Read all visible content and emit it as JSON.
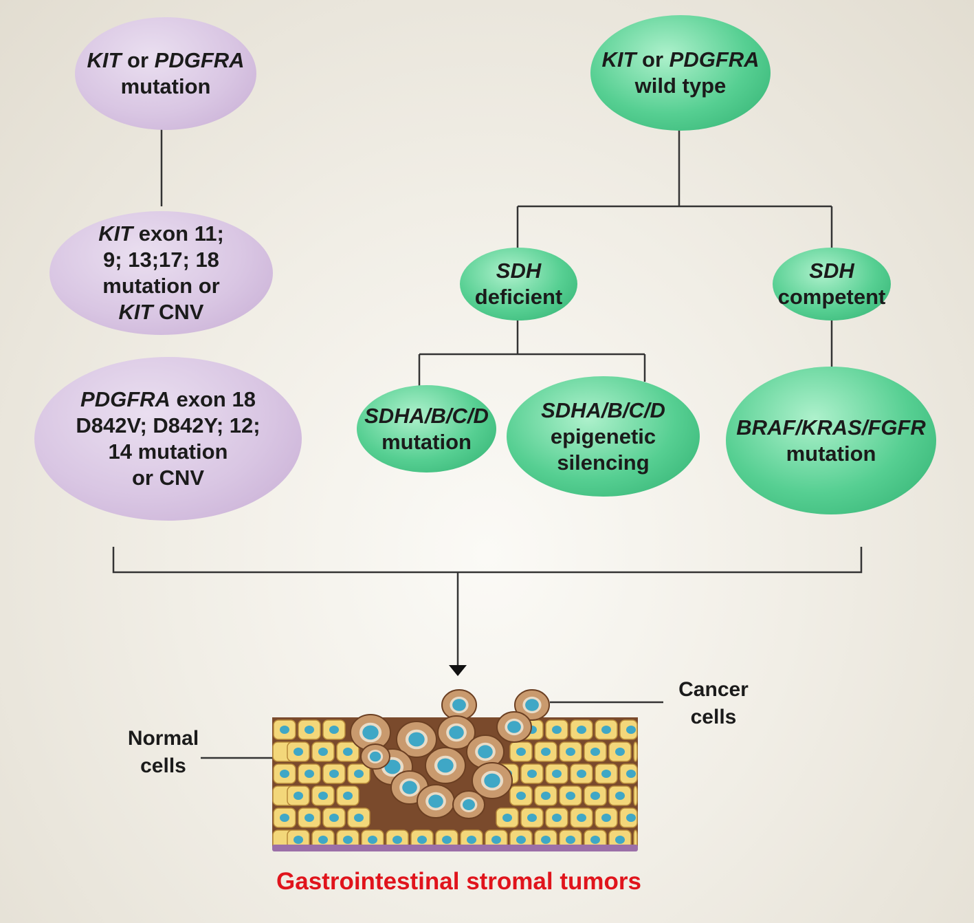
{
  "nodes": {
    "kit_mutation": {
      "line1_a": "KIT",
      "line1_b": " or ",
      "line1_c": "PDGFRA",
      "line2": "mutation"
    },
    "kit_wild": {
      "line1_a": "KIT",
      "line1_b": " or ",
      "line1_c": "PDGFRA",
      "line2": "wild type"
    },
    "kit_exon": {
      "line1_a": "KIT",
      "line1_b": " exon 11;",
      "line2": "9; 13;17; 18",
      "line3": "mutation or",
      "line4_a": "KIT",
      "line4_b": " CNV"
    },
    "pdgfra_exon": {
      "line1_a": "PDGFRA",
      "line1_b": " exon 18",
      "line2": "D842V; D842Y; 12;",
      "line3": "14 mutation",
      "line4": "or CNV"
    },
    "sdh_deficient": {
      "line1": "SDH",
      "line2": "deficient"
    },
    "sdh_competent": {
      "line1": "SDH",
      "line2": "competent"
    },
    "sdha_mutation": {
      "line1": "SDHA/B/C/D",
      "line2": "mutation"
    },
    "sdha_epigenetic": {
      "line1": "SDHA/B/C/D",
      "line2": "epigenetic",
      "line3": "silencing"
    },
    "braf": {
      "line1": "BRAF/KRAS/FGFR",
      "line2": "mutation"
    }
  },
  "labels": {
    "cancer_cells": [
      "Cancer",
      "cells"
    ],
    "normal_cells": [
      "Normal",
      "cells"
    ]
  },
  "title": "Gastrointestinal stromal tumors",
  "colors": {
    "purple_node": "#d9c6e3",
    "green_node": "#56cf92",
    "title": "#e0141c",
    "cell_fill": "#f3d77a",
    "cell_nucleus": "#3fa7c6",
    "cancer_cell": "#c99a6e",
    "membrane": "#9b6fa8"
  }
}
